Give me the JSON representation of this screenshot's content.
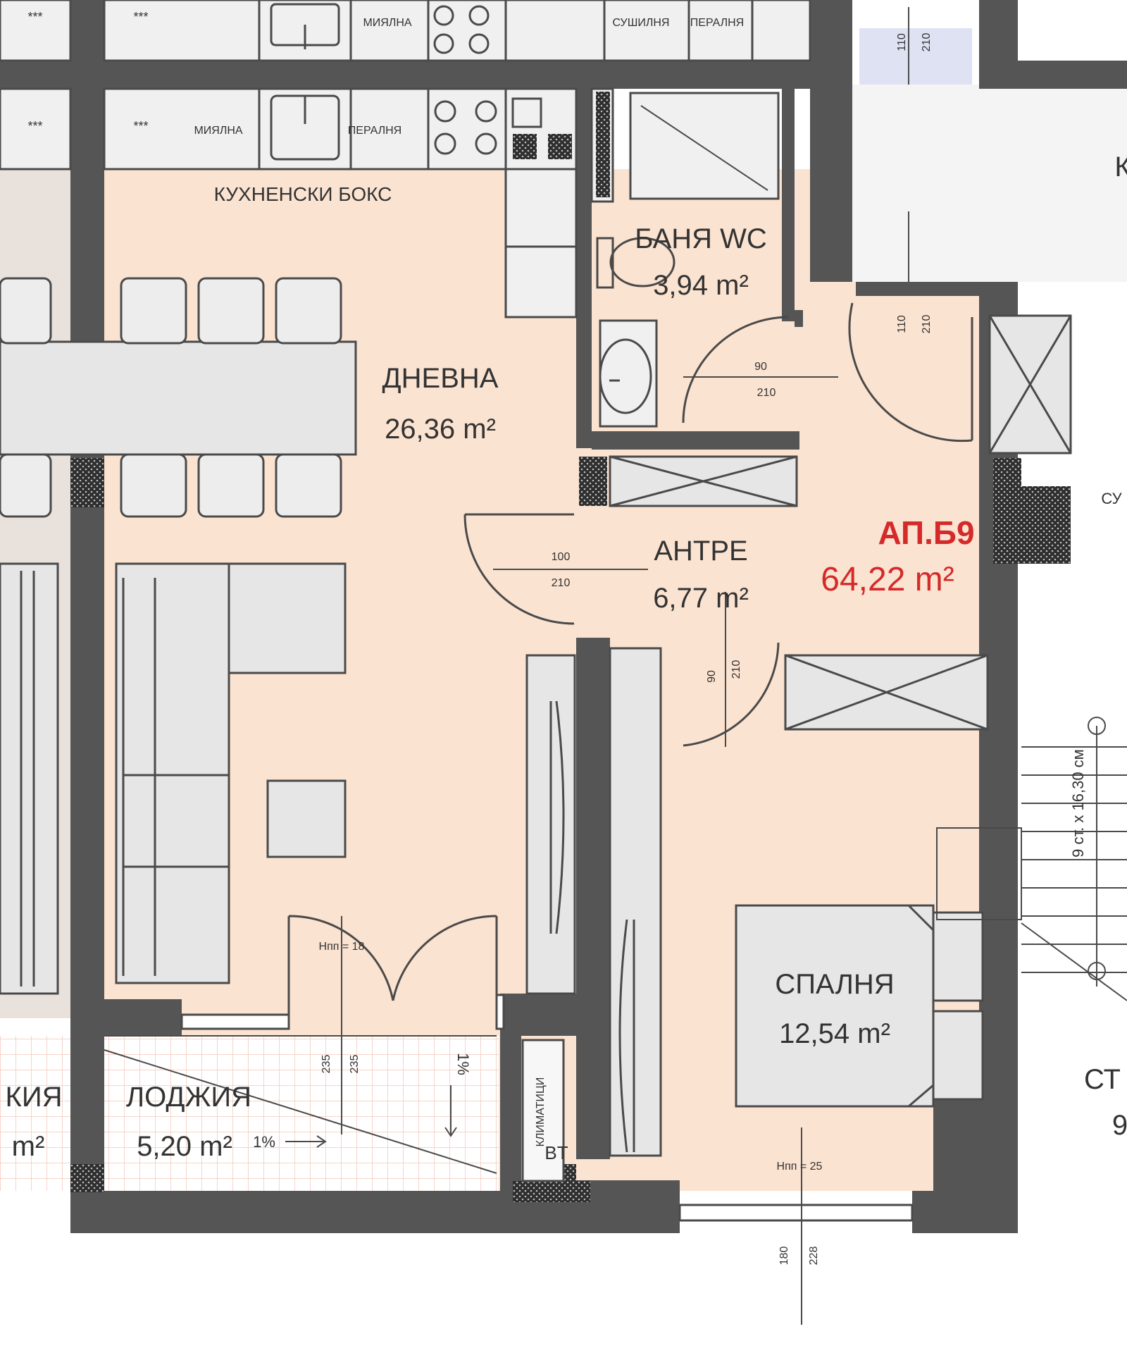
{
  "colors": {
    "floor": "#fbe3d1",
    "wall": "#555555",
    "wall_hatch": "#3a3a3a",
    "furniture": "#e6e6e6",
    "outline": "#4a4a4a",
    "corridor": "#ededed",
    "loggia": "#ffffff",
    "apartment_label": "#d42a2a",
    "door_blue": "#dfe2f3"
  },
  "apartment": {
    "name": "АП.Б9",
    "area": "64,22 m²"
  },
  "rooms": {
    "kitchen": {
      "label": "КУХНЕНСКИ БОКС"
    },
    "living": {
      "name": "ДНЕВНА",
      "area": "26,36 m²"
    },
    "bath": {
      "name": "БАНЯ WC",
      "area": "3,94 m²"
    },
    "hall": {
      "name": "АНТРЕ",
      "area": "6,77 m²"
    },
    "bedroom": {
      "name": "СПАЛНЯ",
      "area": "12,54 m²"
    },
    "loggia": {
      "name": "ЛОДЖИЯ",
      "area": "5,20 m²"
    },
    "loggia_left": {
      "name": "КИЯ",
      "area": "m²"
    },
    "right_cut": {
      "name": "СТ",
      "area": "9"
    }
  },
  "appliances": {
    "dishwasher_1": "МИЯЛНА",
    "dishwasher_2": "МИЯЛНА",
    "dryer": "СУШИЛНЯ",
    "washer_1": "ПЕРАЛНЯ",
    "washer_2": "ПЕРАЛНЯ",
    "stars_1": "***",
    "stars_2": "***",
    "stars_3": "***",
    "stars_4": "***",
    "ac": "КЛИМАТИЦИ",
    "bt": "BT",
    "right_top_k": "К",
    "right_mid_su": "СУ"
  },
  "dimensions": {
    "door_top_w": "110",
    "door_top_h": "210",
    "door_corr_w": "110",
    "door_corr_h": "210",
    "door_bath_w": "90",
    "door_bath_h": "210",
    "door_living_w": "100",
    "door_living_h": "210",
    "door_bed_w": "90",
    "door_bed_h": "210",
    "loggia_h1": "235",
    "loggia_h2": "235",
    "slope_1": "1%",
    "slope_2": "1%",
    "sill_living": "Нпп = 18",
    "sill_bed": "Нпп = 25",
    "window_w": "180",
    "window_h": "228",
    "stairs": "9 ст. х 16,30 см"
  }
}
